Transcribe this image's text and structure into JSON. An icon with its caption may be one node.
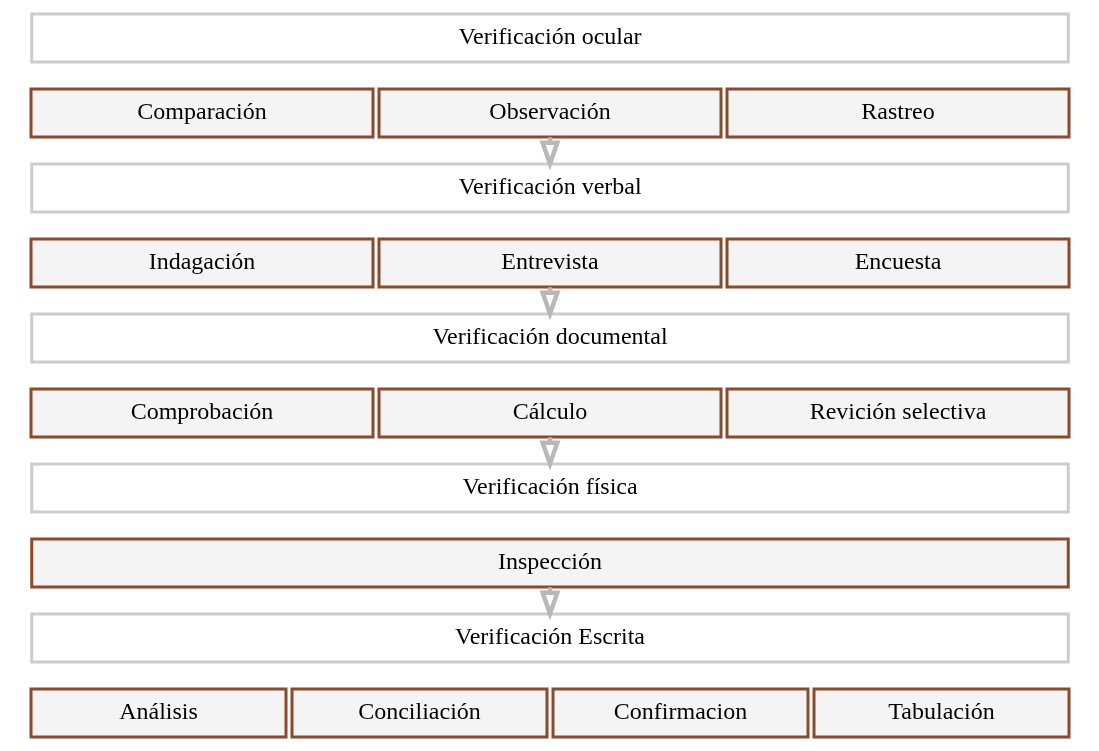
{
  "diagram": {
    "nodes": [
      {
        "text": [
          "Verificación ocular"
        ]
      },
      {
        "text": [
          "Comparación"
        ]
      },
      {
        "text": [
          "Observación"
        ]
      },
      {
        "text": [
          "Rastreo"
        ]
      },
      {
        "text": [
          "Verificación verbal"
        ]
      },
      {
        "text": [
          "Indagación"
        ]
      },
      {
        "text": [
          "Entrevista"
        ]
      },
      {
        "text": [
          "Encuesta"
        ]
      },
      {
        "text": [
          "Verificación documental"
        ]
      },
      {
        "text": [
          "Comprobación"
        ]
      },
      {
        "text": [
          "Cálculo"
        ]
      },
      {
        "text": [
          "Revición selectiva"
        ]
      },
      {
        "text": [
          "Verificación física"
        ]
      },
      {
        "text": [
          "Inspección"
        ]
      },
      {
        "text": [
          "Verificación Escrita"
        ]
      },
      {
        "text": [
          "Análisis"
        ]
      },
      {
        "text": [
          "Conciliación"
        ]
      },
      {
        "text": [
          "Confirmacion"
        ]
      },
      {
        "text": [
          "Tabulación"
        ]
      }
    ],
    "edges": [
      {
        "from": 2,
        "to": 4,
        "arrow": "to"
      },
      {
        "from": 6,
        "to": 8,
        "arrow": "to"
      },
      {
        "from": 10,
        "to": 12,
        "arrow": "to"
      },
      {
        "from": 13,
        "to": 14,
        "arrow": "to"
      }
    ]
  }
}
